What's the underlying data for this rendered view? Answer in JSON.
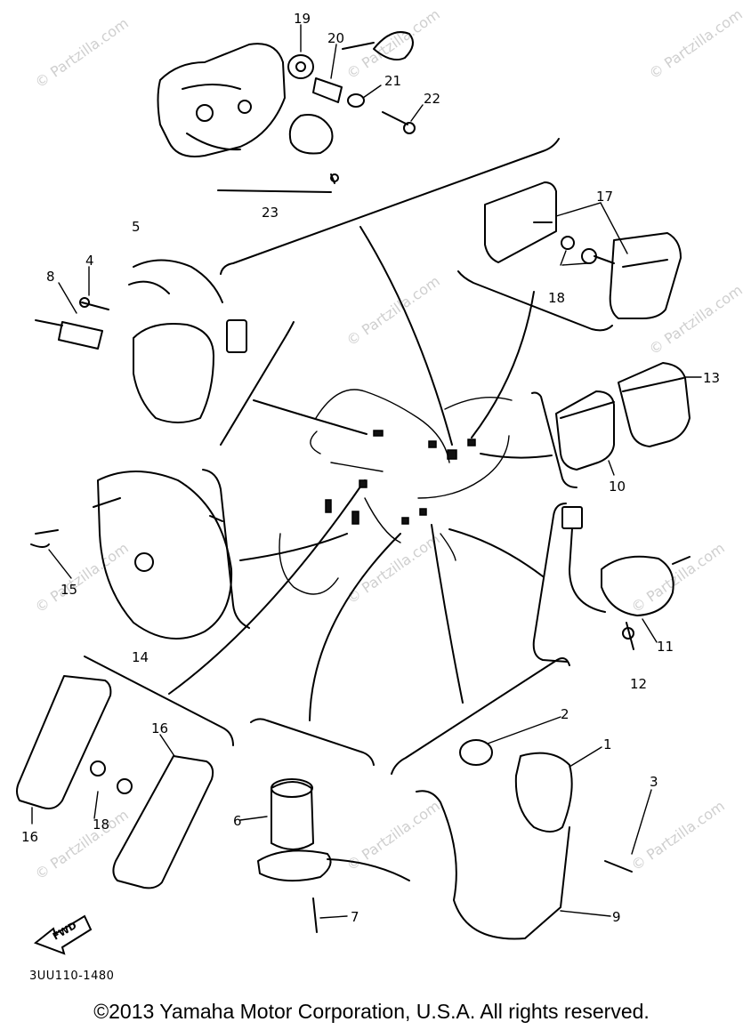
{
  "watermark": {
    "text": "© Partzilla.com"
  },
  "callouts": {
    "p1": "1",
    "p2": "2",
    "p3": "3",
    "p4": "4",
    "p5": "5",
    "p6": "6",
    "p7": "7",
    "p8": "8",
    "p9": "9",
    "p10": "10",
    "p11": "11",
    "p12": "12",
    "p13": "13",
    "p14": "14",
    "p15": "15",
    "p16a": "16",
    "p16b": "16",
    "p17": "17",
    "p18a": "18",
    "p18b": "18",
    "p19": "19",
    "p20": "20",
    "p21": "21",
    "p22": "22",
    "p23": "23"
  },
  "fwd_label": "FWD",
  "part_code": "3UU110-1480",
  "copyright": "©2013 Yamaha Motor Corporation, U.S.A. All rights reserved."
}
